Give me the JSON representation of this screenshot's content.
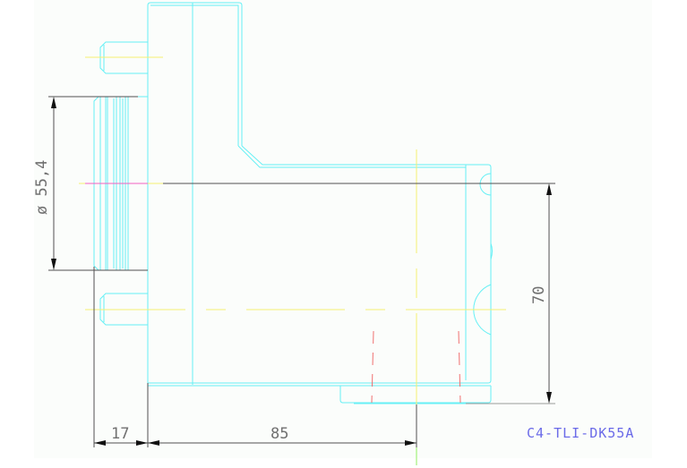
{
  "drawing": {
    "type": "CAD technical drawing - side view",
    "part_label": "C4-TLI-DK55A",
    "dimensions": {
      "diameter": "ø 55,4",
      "height": "70",
      "offset_left": "17",
      "length": "85"
    },
    "colors": {
      "outline": "#66f0f5",
      "centerline": "#f5f070",
      "hidden_line": "#f07070",
      "dimension": "#505050",
      "dimension_text": "#707070",
      "label": "#6a6ae8",
      "highlight_axis": "#f060c0",
      "sheet_background": "#fbfdfb"
    }
  }
}
